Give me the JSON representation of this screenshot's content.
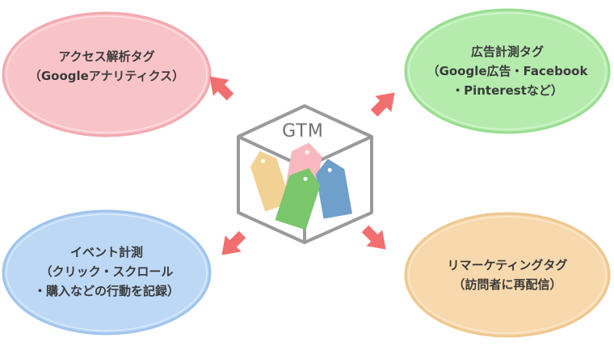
{
  "center": {
    "title": "GTM"
  },
  "nodes": [
    {
      "id": "analytics",
      "lines": [
        "アクセス解析タグ",
        "（Googleアナリティクス）"
      ],
      "fill": "#f9c4c8",
      "stroke": "#f2a9b0"
    },
    {
      "id": "ads",
      "lines": [
        "広告計測タグ",
        "（Google広告・Facebook",
        "・Pinterestなど）"
      ],
      "fill": "#b5ecae",
      "stroke": "#98dd90"
    },
    {
      "id": "event",
      "lines": [
        "イベント計測",
        "（クリック・スクロール",
        "・購入などの行動を記録）"
      ],
      "fill": "#bcd8f5",
      "stroke": "#9fc4ec"
    },
    {
      "id": "remarketing",
      "lines": [
        "リマーケティングタグ",
        "（訪問者に再配信）"
      ],
      "fill": "#f7d9ad",
      "stroke": "#efc78e"
    }
  ],
  "colors": {
    "arrow": "#f26f6f",
    "cube": "#9a9a9a",
    "tag_yellow": "#f2d294",
    "tag_pink": "#f7b9bf",
    "tag_green": "#7ac66b",
    "tag_blue": "#6f9fcb"
  }
}
